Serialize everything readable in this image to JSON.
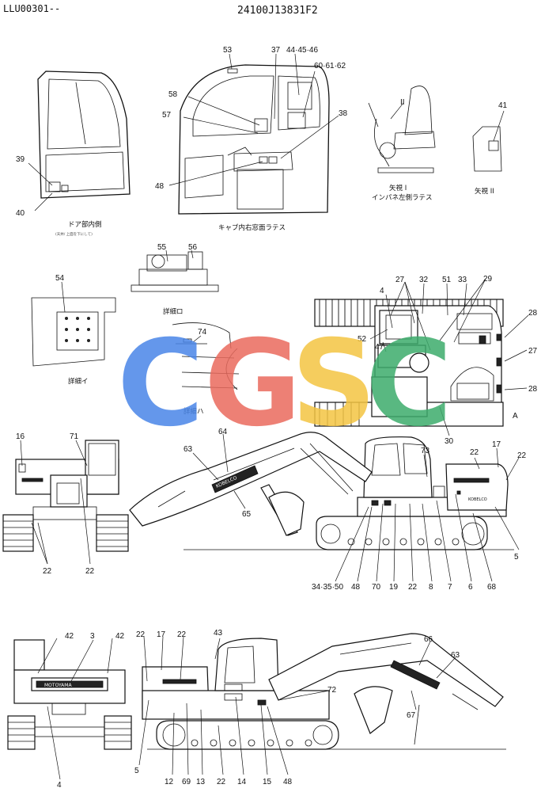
{
  "header": {
    "left_code": "LLU00301--",
    "title_code": "24100J13831F2"
  },
  "captions": {
    "door_inner": "ドア部内側",
    "door_inner_sub": "(天井/ 上面を下にして)",
    "cab_right": "キャブ内右窓面ラテス",
    "arrow_I": "矢視 I",
    "arrow_I_sub": "インパネ左側ラテス",
    "arrow_II": "矢視 II",
    "detail_ro": "詳細ロ",
    "detail_i": "詳細イ",
    "detail_ha": "詳細ハ"
  },
  "watermark": {
    "letters": [
      "C",
      "G",
      "S",
      "C"
    ],
    "colors": [
      "#4a86e8",
      "#ea6b5e",
      "#f4c542",
      "#3dac6c"
    ]
  },
  "brand": {
    "boom_label": "KOBELCO",
    "cw_label": "MOTOYAMA"
  },
  "callouts": {
    "c53": "53",
    "c37": "37",
    "c44_46": "44·45·46",
    "c60_62": "60·61·62",
    "c58": "58",
    "c57": "57",
    "c38": "38",
    "c48a": "48",
    "c39": "39",
    "c40": "40",
    "c41": "41",
    "cII": "II",
    "c55": "55",
    "c56": "56",
    "c54": "54",
    "c74": "74",
    "c27a": "27",
    "c32": "32",
    "c51": "51",
    "c33": "33",
    "c29": "29",
    "c4a": "4",
    "c52": "52",
    "c47": "47",
    "c28a": "28",
    "c27b": "27",
    "c28b": "28",
    "c30": "30",
    "cA": "A",
    "c16": "16",
    "c71": "71",
    "c22a": "22",
    "c22b": "22",
    "c64": "64",
    "c63a": "63",
    "c65": "65",
    "c73": "73",
    "c22c": "22",
    "c17a": "17",
    "c22d": "22",
    "c5a": "5",
    "c34_50": "34·35·50",
    "c48b": "48",
    "c70": "70",
    "c19": "19",
    "c22e": "22",
    "c8": "8",
    "c7": "7",
    "c6": "6",
    "c68": "68",
    "c42a": "42",
    "c3": "3",
    "c42b": "42",
    "c4b": "4",
    "c22f": "22",
    "c17b": "17",
    "c22g": "22",
    "c43": "43",
    "c66": "66",
    "c63b": "63",
    "c72": "72",
    "c67": "67",
    "c5b": "5",
    "c12": "12",
    "c69": "69",
    "c13": "13",
    "c22h": "22",
    "c14": "14",
    "c15": "15",
    "c48c": "48"
  }
}
